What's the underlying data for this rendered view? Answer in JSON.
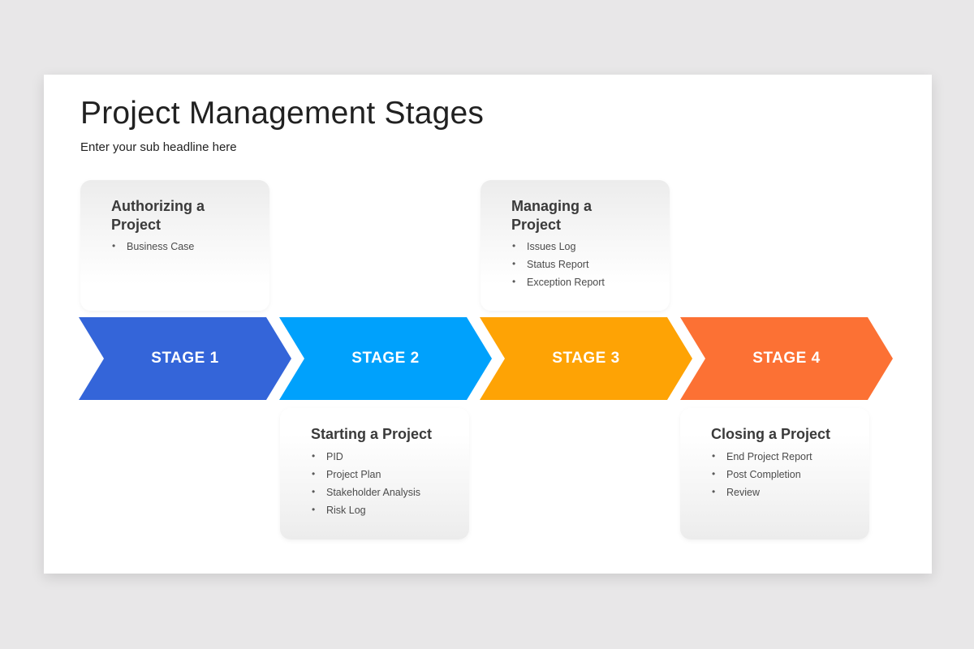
{
  "slide": {
    "title": "Project Management Stages",
    "subtitle": "Enter your sub headline here",
    "background": "#e8e7e8",
    "surface": "#ffffff"
  },
  "stages": [
    {
      "label": "STAGE 1",
      "color": "#3465d9",
      "card": {
        "title": "Authorizing a Project",
        "bullets": [
          "Business Case"
        ]
      }
    },
    {
      "label": "STAGE 2",
      "color": "#00a1fc",
      "card": {
        "title": "Starting a Project",
        "bullets": [
          "PID",
          "Project Plan",
          "Stakeholder Analysis",
          "Risk Log"
        ]
      }
    },
    {
      "label": "STAGE 3",
      "color": "#fea305",
      "card": {
        "title": "Managing a Project",
        "bullets": [
          "Issues Log",
          "Status Report",
          "Exception Report"
        ]
      }
    },
    {
      "label": "STAGE 4",
      "color": "#fc7134",
      "card": {
        "title": "Closing a Project",
        "bullets": [
          "End Project Report",
          "Post Completion",
          "Review"
        ]
      }
    }
  ]
}
